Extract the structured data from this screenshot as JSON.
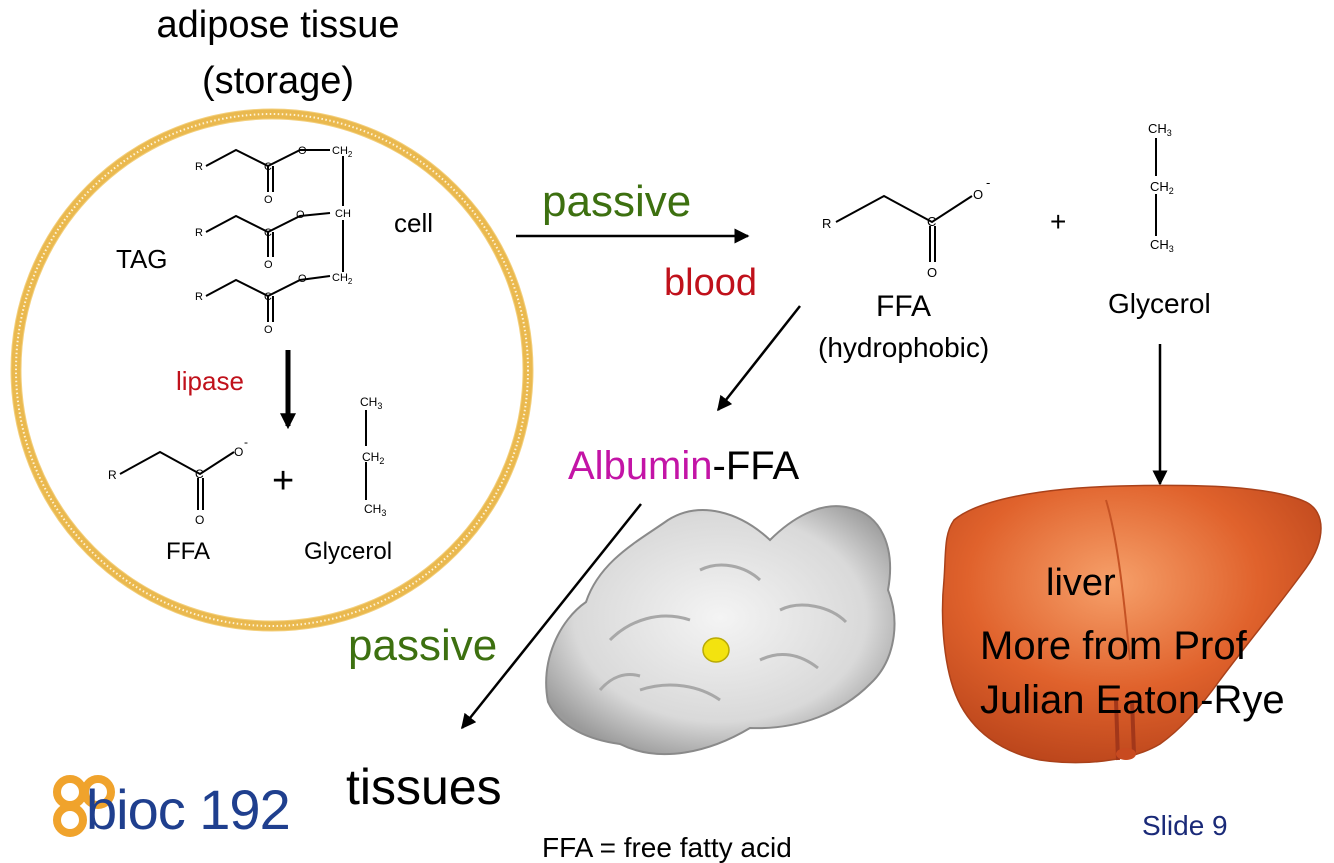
{
  "title": {
    "line1": "adipose tissue",
    "line2": "(storage)"
  },
  "cell": {
    "label": "cell",
    "tag_label": "TAG",
    "enzyme_label": "lipase",
    "plus": "+",
    "ffa_label": "FFA",
    "glycerol_label": "Glycerol"
  },
  "chem": {
    "R": "R",
    "O": "O",
    "C": "C",
    "O_minus": "O",
    "minus": "-",
    "CH": "CH",
    "CH2": "CH",
    "CH3": "CH",
    "sub2": "2",
    "sub3": "3"
  },
  "transport": {
    "passive_1": "passive",
    "blood": "blood",
    "passive_2": "passive",
    "tissues": "tissues"
  },
  "products": {
    "ffa_label": "FFA",
    "ffa_sub": "(hydrophobic)",
    "plus": "+",
    "glycerol_label": "Glycerol"
  },
  "albumin": {
    "part1": "Albumin",
    "part2": "-FFA"
  },
  "liver": {
    "label": "liver",
    "note_line1": "More from Prof",
    "note_line2": "Julian Eaton-Rye"
  },
  "footer": {
    "definition": "FFA = free fatty acid",
    "slide": "Slide 9",
    "logo_text": "bioc 192"
  },
  "colors": {
    "passive": "#3d7010",
    "blood": "#c0111b",
    "lipase": "#c0111b",
    "albumin": "#c314a6",
    "slide": "#1a2a78",
    "cell_ring": "#eab94f",
    "logo_orange": "#f0a32c",
    "logo_blue": "#1f3f8e",
    "liver": "#e0622c",
    "protein": "#dcdcdc",
    "ligand": "#f3e30f"
  }
}
